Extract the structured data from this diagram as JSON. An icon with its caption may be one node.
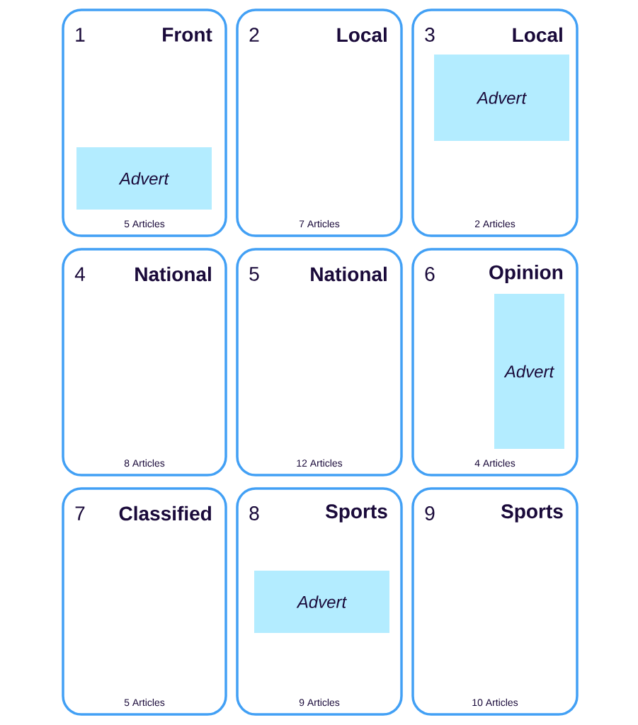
{
  "diagram": {
    "nodes": [
      {
        "text": [
          "1",
          "Front",
          "5 Articles"
        ]
      },
      {
        "text": [
          "Advert"
        ],
        "in": 0
      },
      {
        "text": [
          "2",
          "Local",
          "7 Articles"
        ]
      },
      {
        "text": [
          "3",
          "Local",
          "2 Articles"
        ]
      },
      {
        "text": [
          "Advert"
        ],
        "in": 3
      },
      {
        "text": [
          "4",
          "National",
          "8 Articles"
        ]
      },
      {
        "text": [
          "5",
          "National",
          "12 Articles"
        ]
      },
      {
        "text": [
          "6",
          "Opinion",
          "4 Articles"
        ]
      },
      {
        "text": [
          "Advert"
        ],
        "in": 7
      },
      {
        "text": [
          "7",
          "Classified",
          "5 Articles"
        ]
      },
      {
        "text": [
          "8",
          "Sports",
          "9 Articles"
        ]
      },
      {
        "text": [
          "Advert"
        ],
        "in": 10
      },
      {
        "text": [
          "9",
          "Sports",
          "10 Articles"
        ]
      }
    ]
  }
}
